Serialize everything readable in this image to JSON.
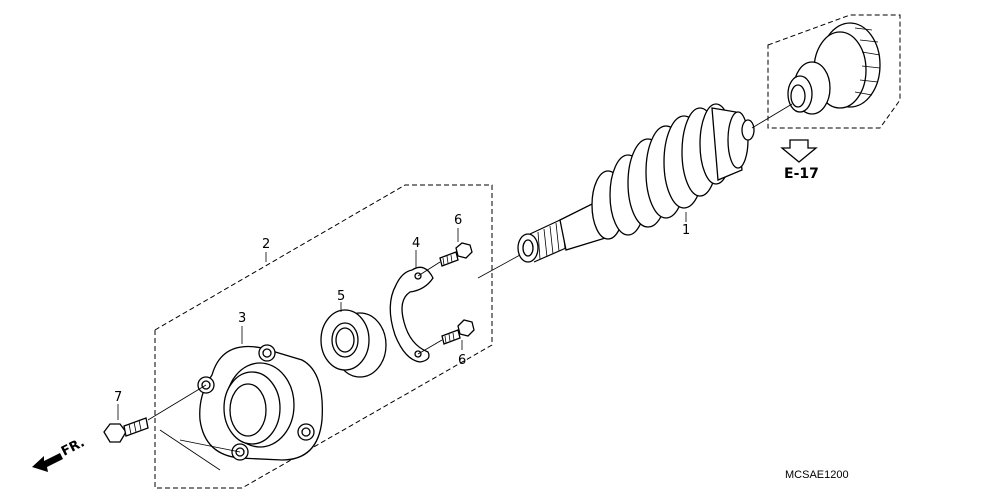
{
  "callouts": {
    "c1": "1",
    "c2": "2",
    "c3": "3",
    "c4": "4",
    "c5": "5",
    "c6a": "6",
    "c6b": "6",
    "c7": "7"
  },
  "reference_label": "E-17",
  "front_label": "FR.",
  "diagram_code": "MCSAE1200"
}
